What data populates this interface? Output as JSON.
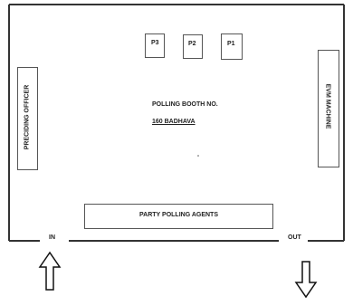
{
  "presiding_officer": "PRECIDING OFFICER",
  "evm_machine": "EVM MACHINE",
  "booth_title": "POLLING BOOTH NO.",
  "booth_number": "160 BADHAVA",
  "party_agents": "PARTY POLLING AGENTS",
  "entry_label": "IN",
  "exit_label": "OUT",
  "positions": [
    "P3",
    "P2",
    "P1"
  ]
}
